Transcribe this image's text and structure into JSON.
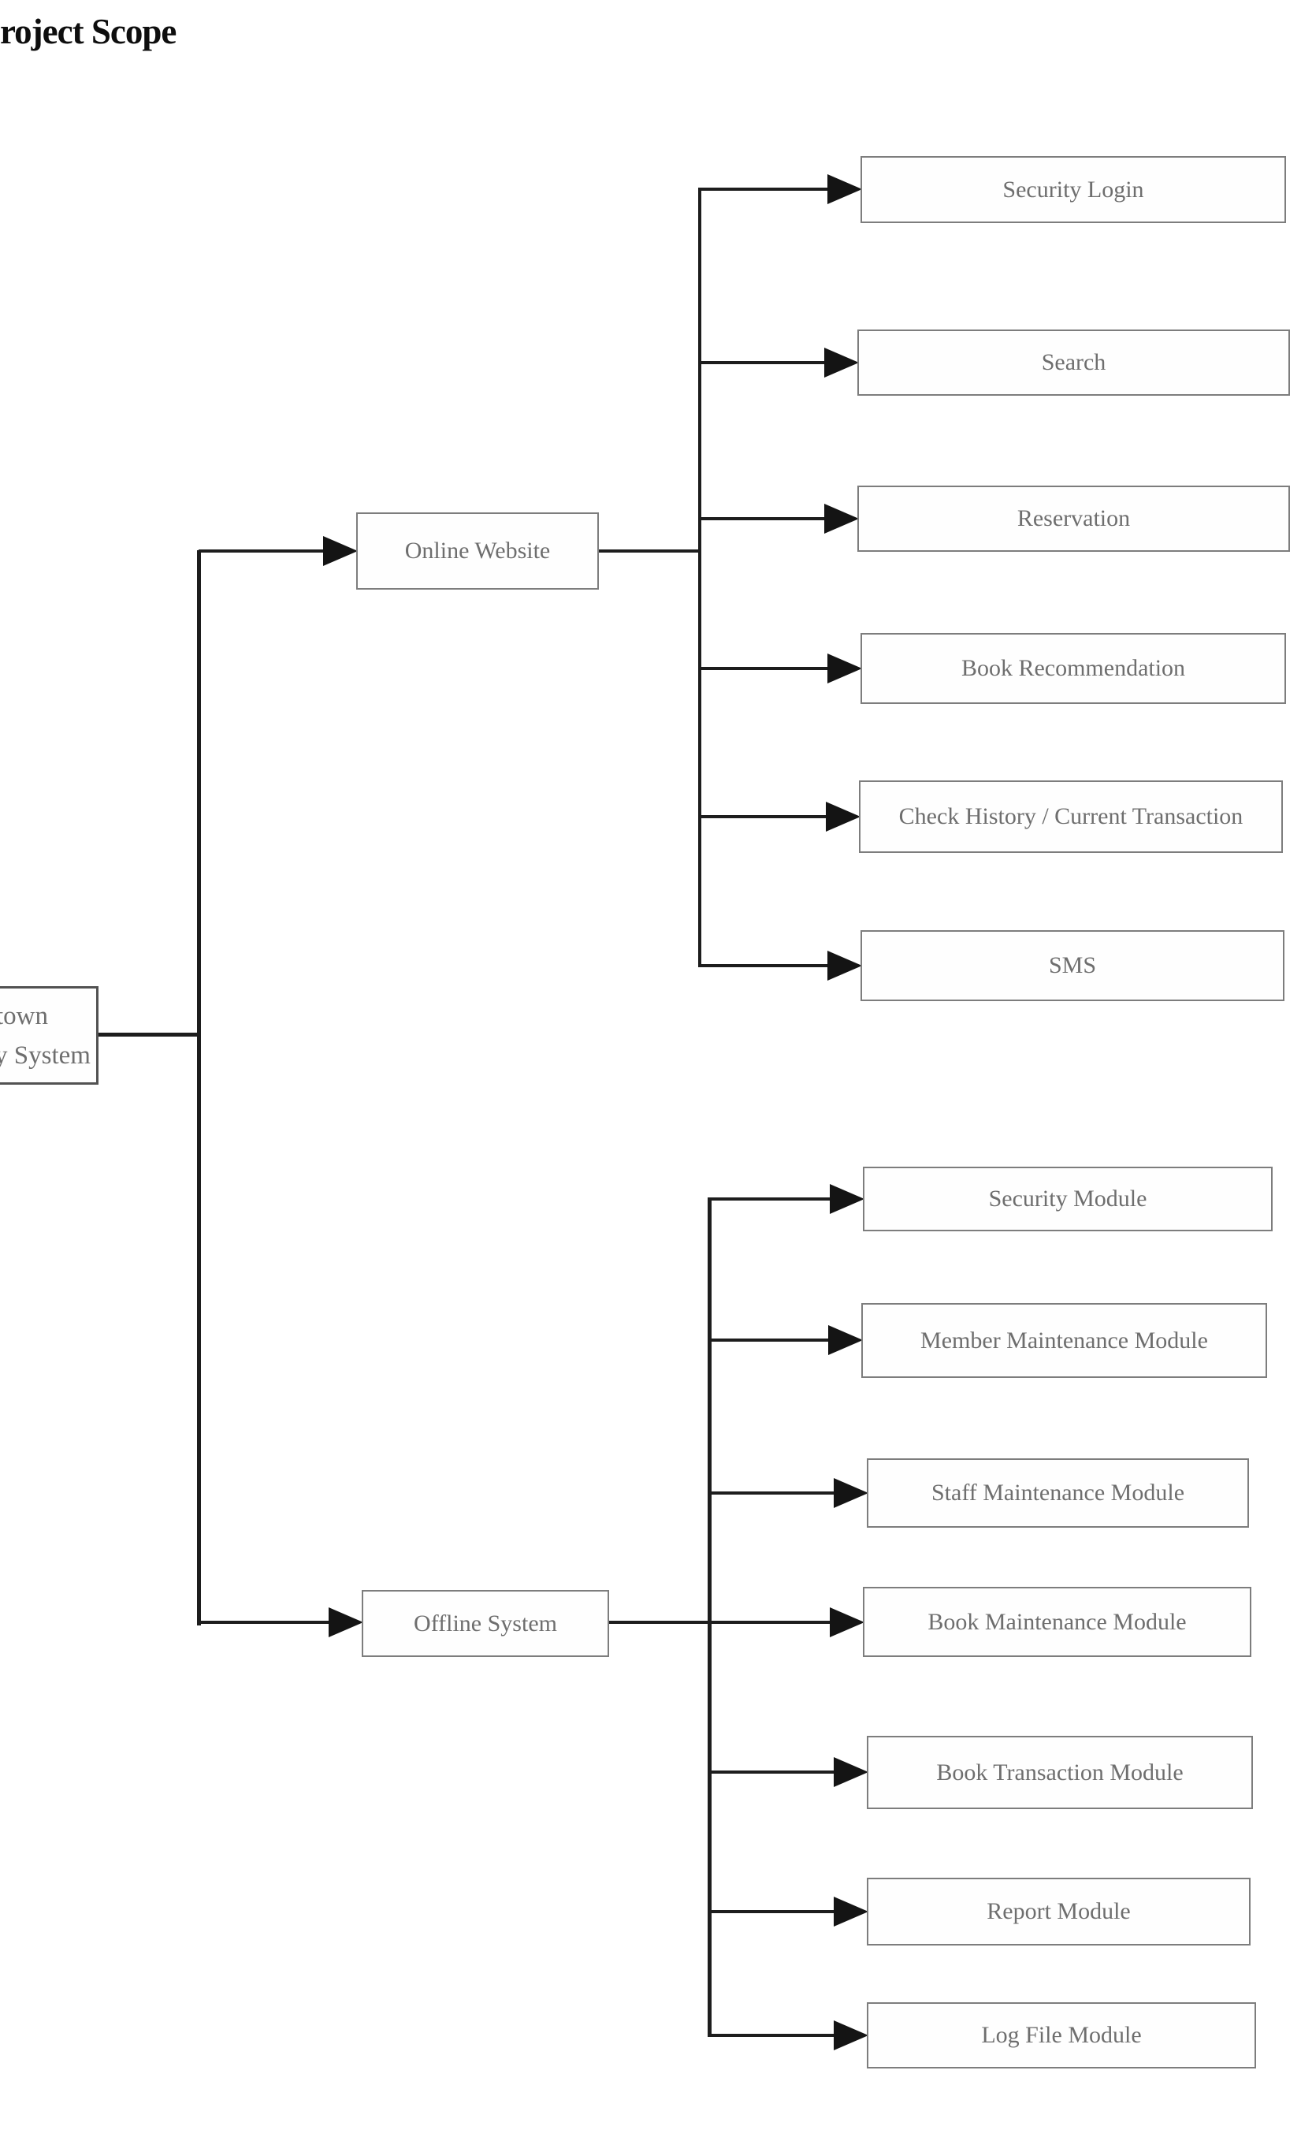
{
  "page": {
    "title": "roject Scope"
  },
  "colors": {
    "background": "#ffffff",
    "connector_line": "#1d1d1d",
    "arrowhead": "#141414",
    "box_border": "#7d7d7d",
    "root_box_border": "#525252",
    "node_text": "#6e6e6e",
    "title_text": "#0e0e0e"
  },
  "diagram": {
    "root": {
      "line1": "town",
      "line2": "y System"
    },
    "level1": [
      {
        "label": "Online Website"
      },
      {
        "label": "Offline System"
      }
    ],
    "online_modules": [
      {
        "label": "Security Login"
      },
      {
        "label": "Search"
      },
      {
        "label": "Reservation"
      },
      {
        "label": "Book Recommendation"
      },
      {
        "label": "Check History / Current Transaction"
      },
      {
        "label": "SMS"
      }
    ],
    "offline_modules": [
      {
        "label": "Security Module"
      },
      {
        "label": "Member Maintenance Module"
      },
      {
        "label": "Staff Maintenance Module"
      },
      {
        "label": "Book Maintenance Module"
      },
      {
        "label": "Book Transaction Module"
      },
      {
        "label": "Report Module"
      },
      {
        "label": "Log File Module"
      }
    ]
  }
}
